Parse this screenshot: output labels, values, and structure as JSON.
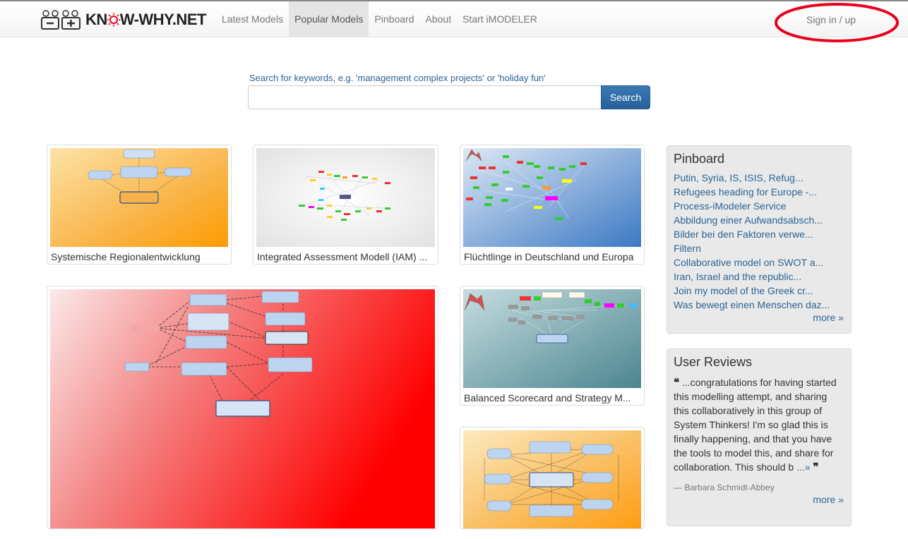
{
  "brand": {
    "name": "KNOW-WHY.NET",
    "name_left": "KN",
    "name_right": "W-WHY.NET"
  },
  "nav": {
    "items": [
      {
        "label": "Latest Models"
      },
      {
        "label": "Popular Models",
        "active": true
      },
      {
        "label": "Pinboard"
      },
      {
        "label": "About"
      },
      {
        "label": "Start iMODELER"
      }
    ],
    "signin": "Sign in / up"
  },
  "search": {
    "hint": "Search for keywords, e.g. 'management complex projects' or 'holiday fun'",
    "value": "",
    "placeholder": "",
    "button": "Search"
  },
  "models": [
    {
      "caption": "Systemische Regionalentwicklung"
    },
    {
      "caption": "Integrated Assessment Modell (IAM) ..."
    },
    {
      "caption": "Flüchtlinge in Deutschland und Europa"
    },
    {
      "caption": ""
    },
    {
      "caption": "Balanced Scorecard and Strategy M..."
    },
    {
      "caption": ""
    }
  ],
  "pinboard": {
    "title": "Pinboard",
    "items": [
      "Putin, Syria, IS, ISIS, Refug...",
      "Refugees heading for Europe -...",
      "Process-iModeler Service",
      "Abbildung einer Aufwandsabsch...",
      "Bilder bei den Faktoren verwe...",
      "Filtern",
      "Collaborative model on SWOT a...",
      "Iran, Israel and the republic...",
      "Join my model of the Greek cr...",
      "Was bewegt einen Menschen daz..."
    ],
    "more": "more »"
  },
  "reviews": {
    "title": "User Reviews",
    "open_quote": "❝",
    "text": "...congratulations for having started this modelling attempt, and sharing this collaboratively in this group of System Thinkers! I'm so glad this is finally happening, and that you have the tools to model this, and share for collaboration. This should b",
    "ellipsis_link": "...»",
    "close_quote": "❞",
    "author": "— Barbara Schmidt-Abbey",
    "more": "more »"
  },
  "colors": {
    "link": "#2a6496",
    "button": "#2e6da4",
    "highlight": "#e8001c",
    "nav_active_bg": "#e5e5e5"
  },
  "icons": [
    "logo-icon",
    "sun-icon",
    "quote-open-icon",
    "quote-close-icon"
  ]
}
